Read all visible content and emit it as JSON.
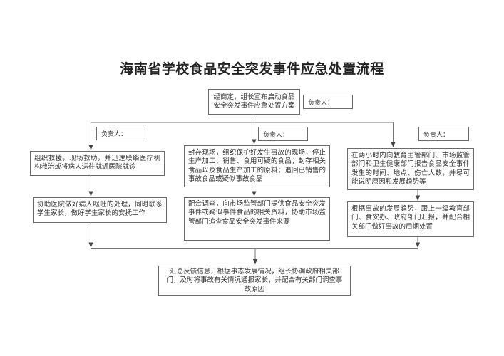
{
  "title": "海南省学校食品安全突发事件应急处置流程",
  "labels": {
    "owner": "负责人："
  },
  "colors": {
    "line": "#757575",
    "arrow": "#444444",
    "border": "#6b6b6b",
    "text": "#333333",
    "background": "#ffffff"
  },
  "flow": {
    "start": "经商定，组长宣布启动食品安全突发事件应急处置方案",
    "left": {
      "step1": "组织救援，现场救助，并迅速联络医疗机构救治或将病人送往就近医院就诊",
      "step2": "协助医院做好病人呕吐的处理，同时联系学生家长，做好学生家长的安抚工作"
    },
    "middle": {
      "step1": "封存现场，组织保护好发生事故的现场，停止生产加工、销售、食用可疑的食品；封存相关食品以及食品生产加工的原料；追回已销售的事故食品或疑似事故食品",
      "step2": "配合调查，向市场监管部门提供食品安全突发事件或疑似事件食品的相关资料，协助市场监管部门追查食品安全突发事件来源"
    },
    "right": {
      "step1": "在两小时内向教育主管部门、市场监管部门和卫生健康部门报告食品安全事件发生的时间、地点、伤亡人数，并尽可能说明原因和发展趋势等",
      "step2": "根据事故的发展趋势，跟上一级教育部门、食安办、政府部门汇报，并配合相关部门做好事故的后期处置"
    },
    "end": "汇总反馈信息，根据事态发展情况，组长协调政府相关部门，及时将事故有关情况通报家长，并配合有关部门调查事故原因"
  }
}
